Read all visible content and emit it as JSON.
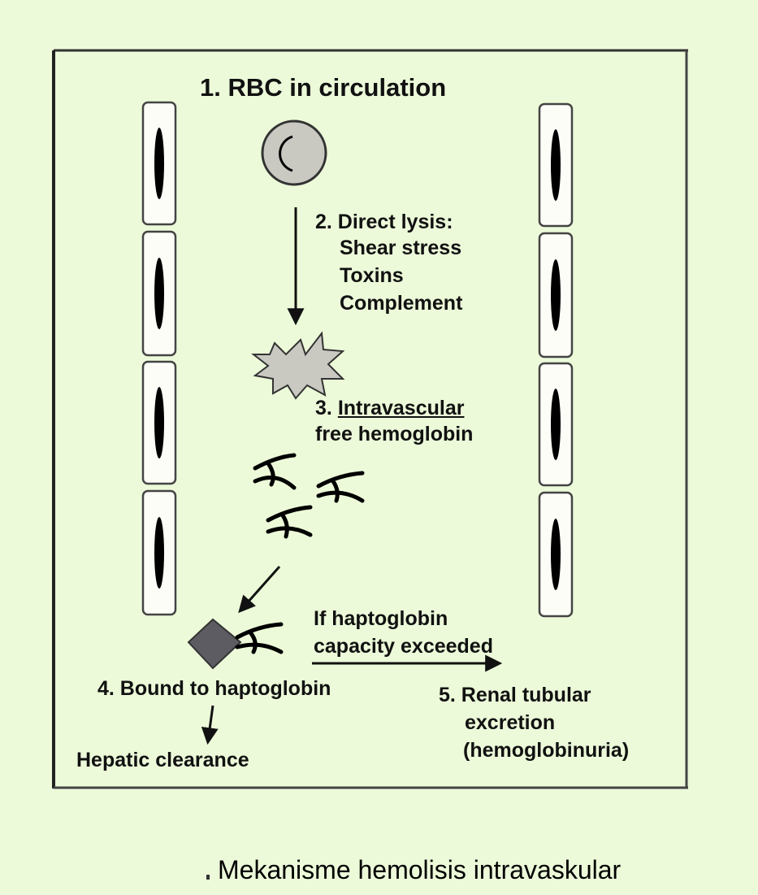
{
  "step1": "1. RBC in circulation",
  "step2": {
    "title": "2. Direct lysis:",
    "causes": [
      "Shear stress",
      "Toxins",
      "Complement"
    ]
  },
  "step3": {
    "number": "3.",
    "underlined": "Intravascular",
    "rest": "free hemoglobin"
  },
  "step4": "4. Bound to haptoglobin",
  "hepatic": "Hepatic clearance",
  "condition": [
    "If haptoglobin",
    "capacity exceeded"
  ],
  "step5": [
    "5. Renal tubular",
    "excretion",
    "(hemoglobinuria)"
  ],
  "caption": "Mekanisme hemolisis intravaskular",
  "colors": {
    "background": "#ecfad9",
    "rbc": "#c9c9c2",
    "lysed_cell": "#c9c9c2",
    "haptoglobin": "#5c5c62",
    "ink": "#111111"
  }
}
